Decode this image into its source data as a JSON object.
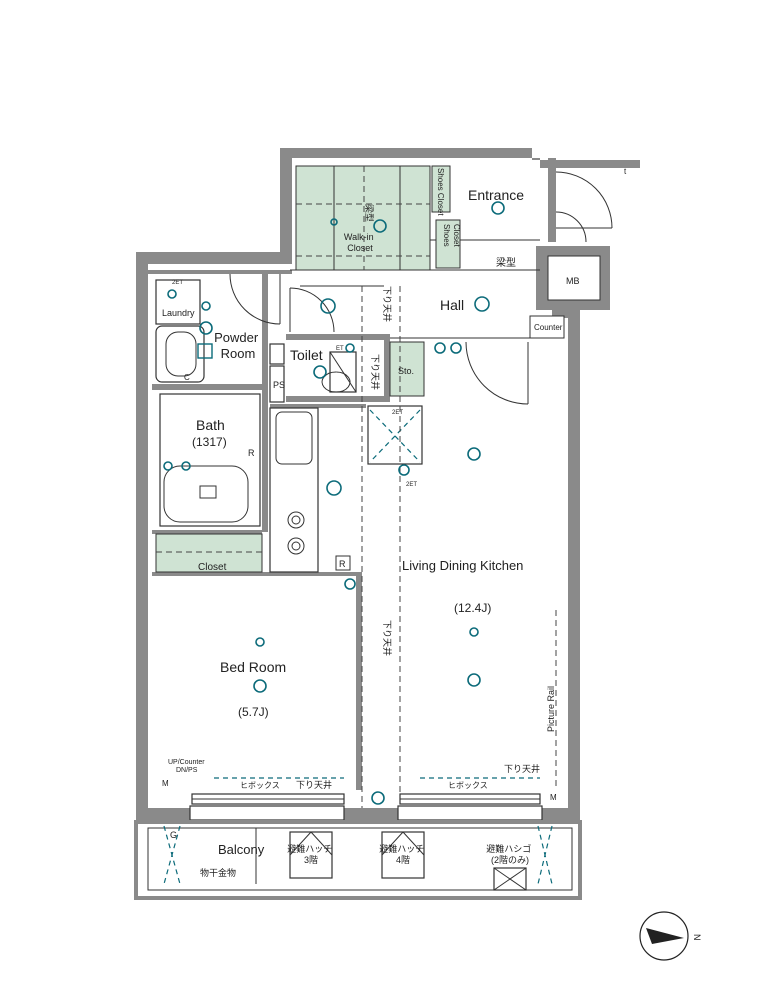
{
  "rooms": {
    "entrance": "Entrance",
    "walk_in_closet": "Walk-in\nCloset",
    "beam_top": "梁型",
    "beam_right": "梁型",
    "shoes_closet_top": "Shoes Closet",
    "shoes_closet_bottom": "Shoes\nCloset",
    "hall": "Hall",
    "counter_hall": "Counter",
    "mb": "MB",
    "laundry": "Laundry",
    "powder_room": "Powder\nRoom",
    "toilet": "Toilet",
    "ps": "PS",
    "sto": "Sto.",
    "bath": "Bath",
    "bath_size": "(1317)",
    "closet": "Closet",
    "bed_room": "Bed Room",
    "bed_room_size": "(5.7J)",
    "ldk": "Living Dining Kitchen",
    "ldk_size": "(12.4J)",
    "picture_rail": "Picture Rail",
    "up_counter": "UP/Counter\nDN/PS",
    "balcony": "Balcony",
    "drying_hardware": "物干金物",
    "hatch_3f": "避難ハッチ\n3階",
    "hatch_4f": "避難ハッチ\n4階",
    "ladder": "避難ハシゴ\n(2階のみ)"
  },
  "annotations": {
    "ceiling_drop_vertical_top": "下り天井",
    "ceiling_drop_toilet": "下り天井",
    "ceiling_drop_vertical_mid": "下り天井",
    "ceiling_drop_bottom_left": "下り天井",
    "ceiling_drop_bottom_right": "下り天井",
    "box_left": "ヒボックス",
    "box_right": "ヒボックス",
    "mark_t": "t",
    "mark_2et": "2ET",
    "mark_et": "ET",
    "mark_r": "R",
    "mark_m": "M",
    "mark_g": "G",
    "mark_c": "C",
    "compass_n": "N"
  },
  "colors": {
    "wall": "#8a8a8a",
    "storage_fill": "#cfe3d3",
    "electrical": "#0c6b7a",
    "line": "#333333"
  }
}
